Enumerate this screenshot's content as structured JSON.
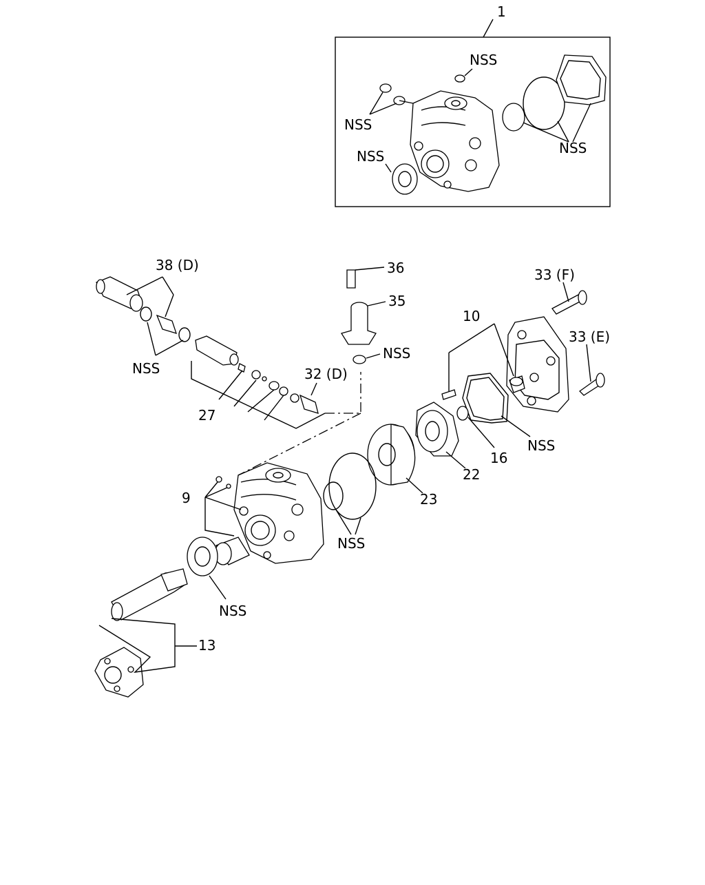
{
  "labels": {
    "kit": "1",
    "kit_nss_top": "NSS",
    "kit_nss_left": "NSS",
    "kit_nss_right": "NSS",
    "kit_nss_seal": "NSS",
    "p38": "38 (D)",
    "nss_38": "NSS",
    "p27": "27",
    "p32": "32 (D)",
    "p36": "36",
    "p35": "35",
    "nss_35": "NSS",
    "p33f": "33 (F)",
    "p33e": "33 (E)",
    "p10": "10",
    "nss_cover": "NSS",
    "p16": "16",
    "p22": "22",
    "p23": "23",
    "nss_rings": "NSS",
    "p9": "9",
    "nss_seal": "NSS",
    "p13": "13"
  }
}
